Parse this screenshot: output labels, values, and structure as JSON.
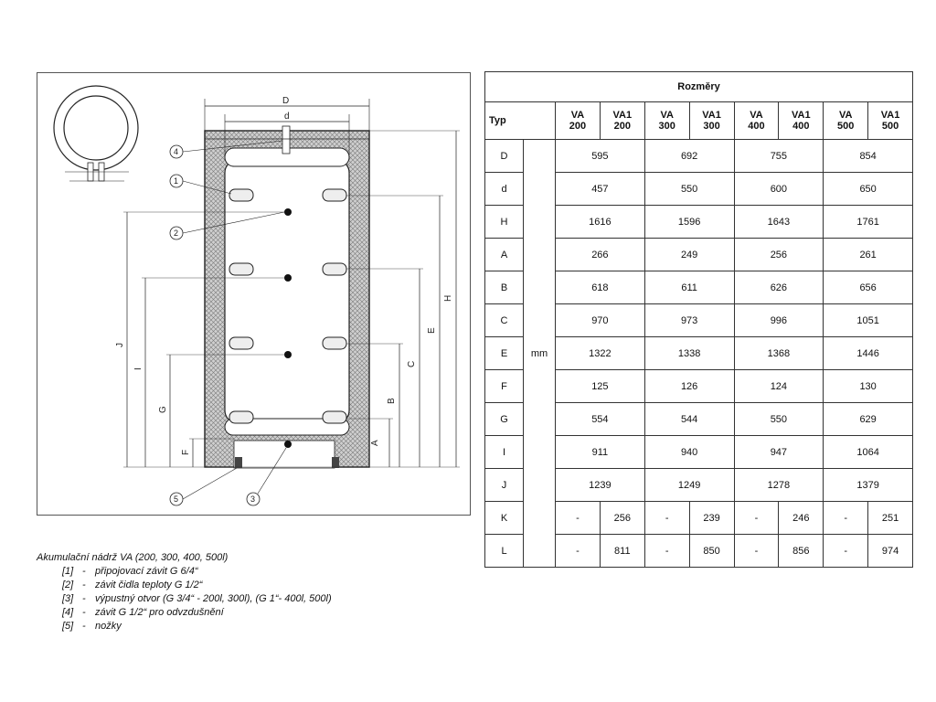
{
  "drawing": {
    "dims": {
      "D": "D",
      "d": "d",
      "H": "H",
      "E": "E",
      "C": "C",
      "B": "B",
      "A": "A",
      "J": "J",
      "I": "I",
      "G": "G",
      "F": "F"
    },
    "callouts": [
      "1",
      "2",
      "3",
      "4",
      "5"
    ]
  },
  "caption": {
    "title": "Akumulační nádrž VA (200, 300, 400, 500l)",
    "items": [
      {
        "num": "[1]",
        "text": "připojovací závit G 6/4“"
      },
      {
        "num": "[2]",
        "text": "závit čidla teploty G 1/2“"
      },
      {
        "num": "[3]",
        "text": "výpustný otvor (G 3/4“ - 200l, 300l),  (G 1“- 400l, 500l)"
      },
      {
        "num": "[4]",
        "text": "závit G 1/2“ pro odvzdušnění"
      },
      {
        "num": "[5]",
        "text": "nožky"
      }
    ]
  },
  "table": {
    "title": "Rozměry",
    "typ_label": "Typ",
    "unit": "mm",
    "headers": [
      {
        "a": "VA",
        "b": "200"
      },
      {
        "a": "VA1",
        "b": "200"
      },
      {
        "a": "VA",
        "b": "300"
      },
      {
        "a": "VA1",
        "b": "300"
      },
      {
        "a": "VA",
        "b": "400"
      },
      {
        "a": "VA1",
        "b": "400"
      },
      {
        "a": "VA",
        "b": "500"
      },
      {
        "a": "VA1",
        "b": "500"
      }
    ],
    "merged_rows": [
      {
        "label": "D",
        "values": [
          "595",
          "692",
          "755",
          "854"
        ]
      },
      {
        "label": "d",
        "values": [
          "457",
          "550",
          "600",
          "650"
        ]
      },
      {
        "label": "H",
        "values": [
          "1616",
          "1596",
          "1643",
          "1761"
        ]
      },
      {
        "label": "A",
        "values": [
          "266",
          "249",
          "256",
          "261"
        ]
      },
      {
        "label": "B",
        "values": [
          "618",
          "611",
          "626",
          "656"
        ]
      },
      {
        "label": "C",
        "values": [
          "970",
          "973",
          "996",
          "1051"
        ]
      },
      {
        "label": "E",
        "values": [
          "1322",
          "1338",
          "1368",
          "1446"
        ]
      },
      {
        "label": "F",
        "values": [
          "125",
          "126",
          "124",
          "130"
        ]
      },
      {
        "label": "G",
        "values": [
          "554",
          "544",
          "550",
          "629"
        ]
      },
      {
        "label": "I",
        "values": [
          "911",
          "940",
          "947",
          "1064"
        ]
      },
      {
        "label": "J",
        "values": [
          "1239",
          "1249",
          "1278",
          "1379"
        ]
      }
    ],
    "split_rows": [
      {
        "label": "K",
        "values": [
          "-",
          "256",
          "-",
          "239",
          "-",
          "246",
          "-",
          "251"
        ]
      },
      {
        "label": "L",
        "values": [
          "-",
          "811",
          "-",
          "850",
          "-",
          "856",
          "-",
          "974"
        ]
      }
    ]
  }
}
